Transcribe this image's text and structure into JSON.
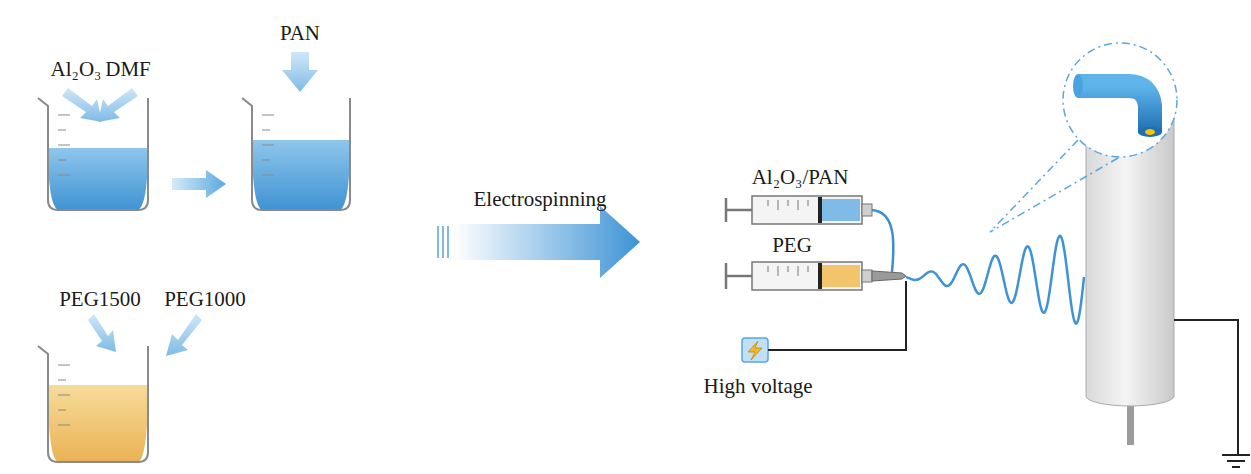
{
  "diagram": {
    "labels": [
      "Al₂O₃",
      "DMF",
      "PAN",
      "PEG1500",
      "PEG1000",
      "Electrospinning",
      "Al₂O₃/PAN",
      "PEG",
      "High voltage"
    ]
  }
}
